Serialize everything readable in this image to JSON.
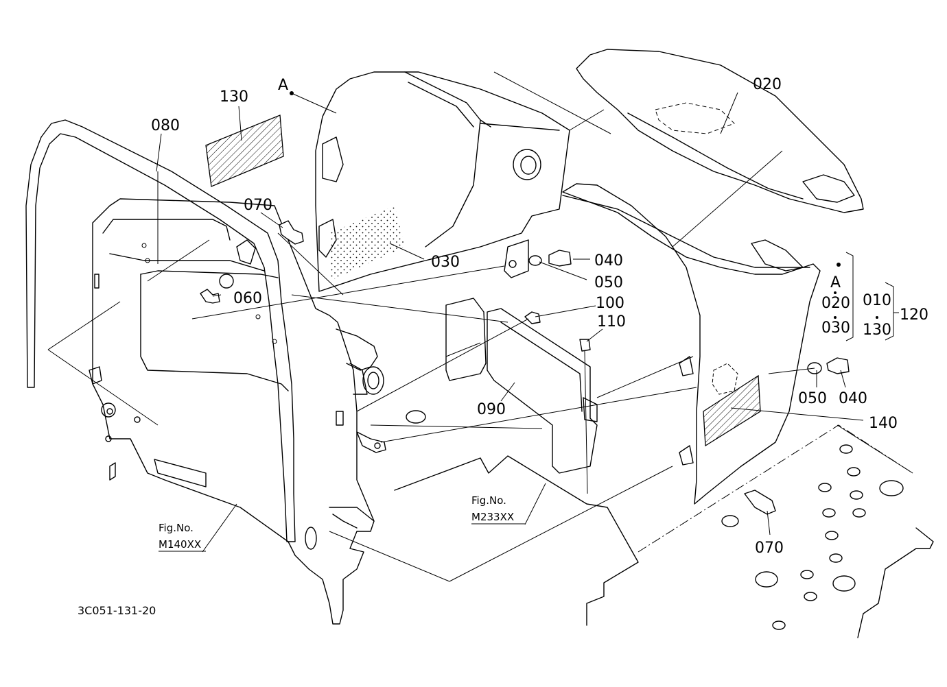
{
  "drawing_id": "3C051-131-20",
  "part_labels": {
    "p010": "010",
    "p020a": "020",
    "p020b": "020",
    "p030a": "030",
    "p030b": "030",
    "p040a": "040",
    "p040b": "040",
    "p050a": "050",
    "p050b": "050",
    "p060": "060",
    "p070a": "070",
    "p070b": "070",
    "p080": "080",
    "p090": "090",
    "p100": "100",
    "p110": "110",
    "p120": "120",
    "p130a": "130",
    "p130b": "130",
    "p140": "140"
  },
  "ref_marks": {
    "a_top": "A",
    "a_right": "A"
  },
  "fig_refs": [
    {
      "label": "Fig.No.",
      "number": "M140XX"
    },
    {
      "label": "Fig.No.",
      "number": "M233XX"
    }
  ]
}
